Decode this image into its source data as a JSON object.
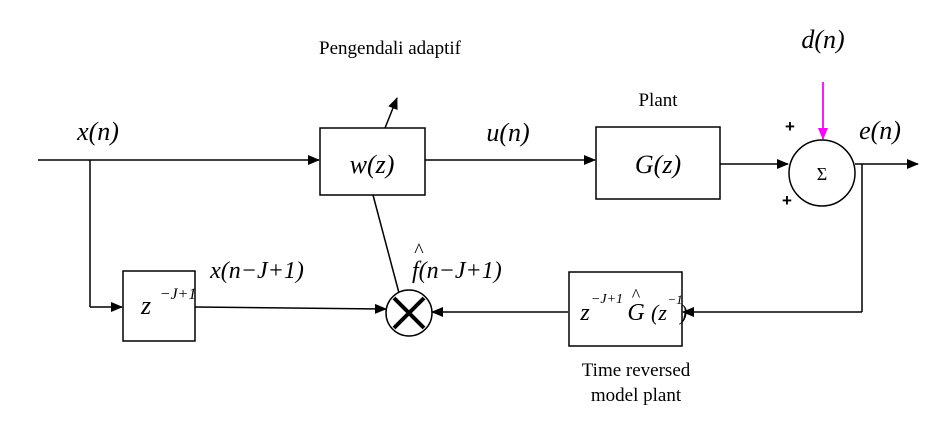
{
  "labels": {
    "adaptive_controller": "Pengendali adaptif",
    "plant": "Plant",
    "time_reversed_line1": "Time reversed",
    "time_reversed_line2": "model plant",
    "input_signal": "x(n)",
    "control_signal": "u(n)",
    "disturbance": "d(n)",
    "error_signal": "e(n)",
    "delayed_input": "x(n−J+1)",
    "filtered_error": "f(n−J+1)",
    "filtered_error_hat": "^",
    "plus_top": "+",
    "plus_bottom": "+"
  },
  "blocks": {
    "adaptive_filter": "w(z)",
    "plant": "G(z)",
    "summer": "Σ",
    "delay_base": "z",
    "delay_exponent": "−J+1",
    "model_base": "z",
    "model_exponent": "−J+1",
    "model_G": "G",
    "model_G_hat": "^",
    "model_arg_open": "(z",
    "model_arg_exponent": "−1",
    "model_arg_close": ")"
  },
  "colors": {
    "line": "#000000",
    "disturbance": "#ff00ff"
  }
}
